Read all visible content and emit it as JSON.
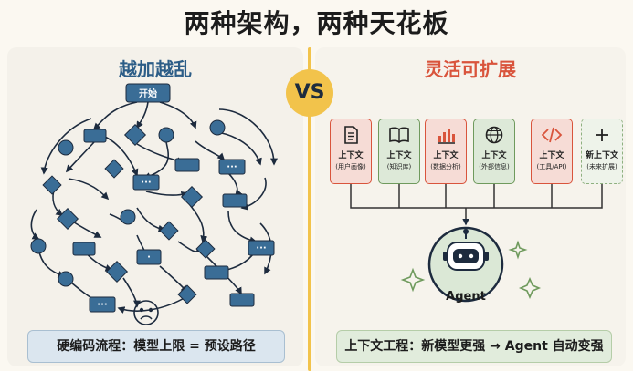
{
  "title": "两种架构，两种天花板",
  "vs": "VS",
  "left": {
    "heading": "越加越乱",
    "start": "开始",
    "caption": "硬编码流程：模型上限 = 预设路径"
  },
  "right": {
    "heading": "灵活可扩展",
    "cards": [
      {
        "label": "上下文",
        "sub": "(用户画像)",
        "icon": "document-icon",
        "bg": "#f6dcd6",
        "border": "#d9543c"
      },
      {
        "label": "上下文",
        "sub": "(知识库)",
        "icon": "book-icon",
        "bg": "#dde9d8",
        "border": "#6f9a5d"
      },
      {
        "label": "上下文",
        "sub": "(数据分析)",
        "icon": "bar-chart-icon",
        "bg": "#f6dcd6",
        "border": "#d9543c"
      },
      {
        "label": "上下文",
        "sub": "(外部信息)",
        "icon": "globe-icon",
        "bg": "#dde9d8",
        "border": "#6f9a5d"
      },
      {
        "label": "上下文",
        "sub": "(工具/API)",
        "icon": "code-icon",
        "bg": "#f6dcd6",
        "border": "#d9543c"
      },
      {
        "label": "新上下文",
        "sub": "(未来扩展)",
        "icon": "plus-icon",
        "bg": "#eef3ea",
        "border": "#8fb080"
      }
    ],
    "agent": "Agent",
    "caption": "上下文工程：新模型更强 → Agent 自动变强"
  },
  "colors": {
    "accent": "#f2c34b",
    "node": "#2c5d87",
    "red": "#d9543c",
    "green": "#6f9a5d"
  }
}
